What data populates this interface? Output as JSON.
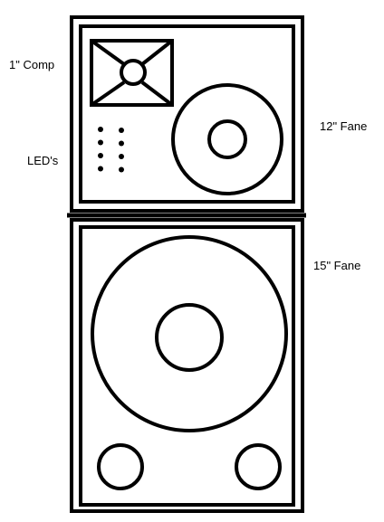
{
  "labels": {
    "compression_driver": "1\" Comp",
    "leds": "LED's",
    "mid_woofer": "12\" Fane",
    "bass_woofer": "15\" Fane"
  },
  "components": {
    "top_cabinet": {
      "horn_driver": "compression-driver",
      "woofer": "12-inch",
      "led_count": 8
    },
    "bottom_cabinet": {
      "woofer": "15-inch",
      "ports": 2
    }
  },
  "colors": {
    "stroke": "#000000",
    "background": "#ffffff"
  }
}
